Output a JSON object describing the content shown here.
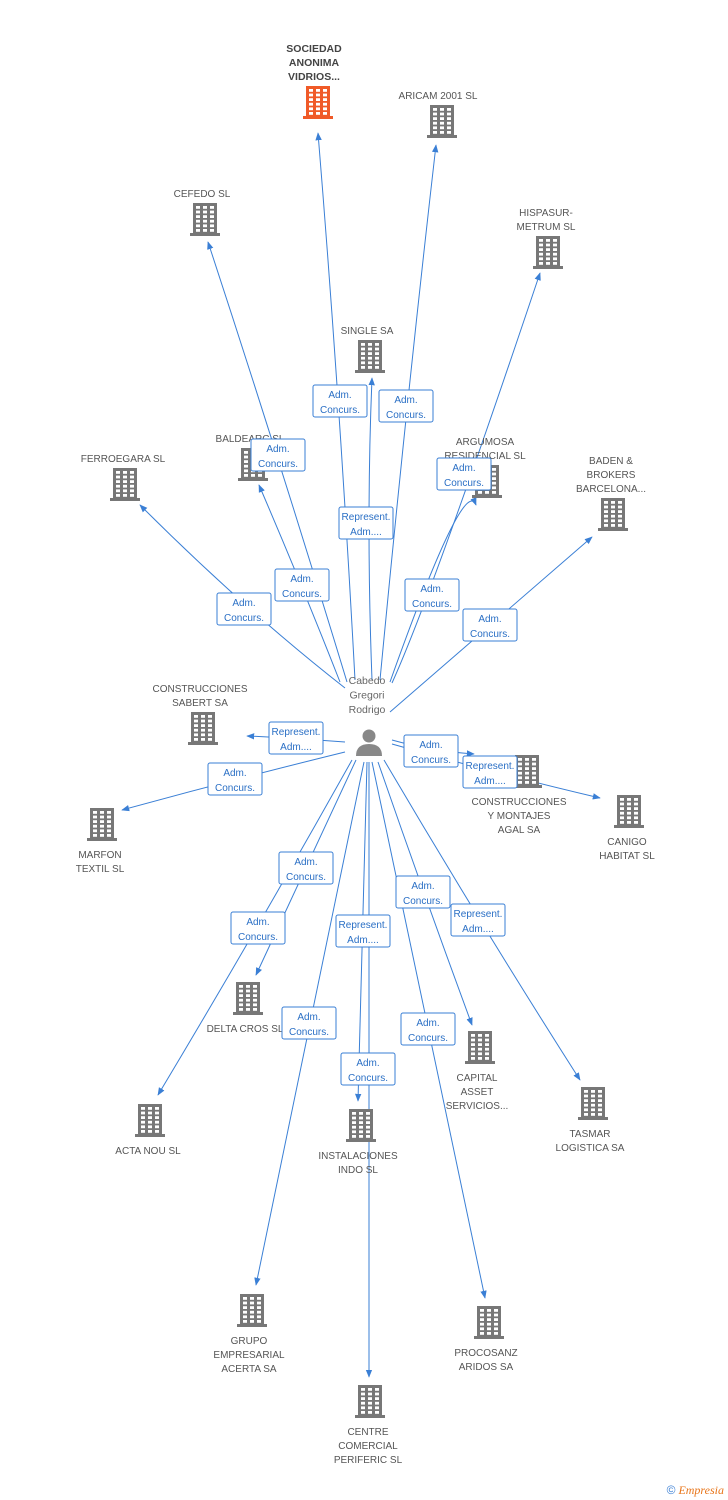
{
  "center": {
    "name_lines": [
      "Cabedo",
      "Gregori",
      "Rodrigo"
    ],
    "icon": "person-icon"
  },
  "companies": [
    {
      "id": "sociedad",
      "lines": [
        "SOCIEDAD",
        "ANONIMA",
        "VIDRIOS..."
      ],
      "highlight": true,
      "color": "#f05a28"
    },
    {
      "id": "aricam",
      "lines": [
        "ARICAM 2001 SL"
      ]
    },
    {
      "id": "cefedo",
      "lines": [
        "CEFEDO SL"
      ]
    },
    {
      "id": "hispasur",
      "lines": [
        "HISPASUR-",
        "METRUM SL"
      ]
    },
    {
      "id": "single",
      "lines": [
        "SINGLE SA"
      ]
    },
    {
      "id": "baldearc",
      "lines": [
        "BALDEARC SL"
      ]
    },
    {
      "id": "argumosa",
      "lines": [
        "ARGUMOSA",
        "RESIDENCIAL SL"
      ]
    },
    {
      "id": "ferroegara",
      "lines": [
        "FERROEGARA SL"
      ]
    },
    {
      "id": "baden",
      "lines": [
        "BADEN &",
        "BROKERS",
        "BARCELONA..."
      ]
    },
    {
      "id": "sabert",
      "lines": [
        "CONSTRUCCIONES",
        "SABERT SA"
      ]
    },
    {
      "id": "agal",
      "lines": [
        "CONSTRUCCIONES",
        "Y MONTAJES",
        "AGAL SA"
      ]
    },
    {
      "id": "canigo",
      "lines": [
        "CANIGO",
        "HABITAT SL"
      ]
    },
    {
      "id": "marfon",
      "lines": [
        "MARFON",
        "TEXTIL SL"
      ]
    },
    {
      "id": "deltacros",
      "lines": [
        "DELTA CROS SL"
      ]
    },
    {
      "id": "capital",
      "lines": [
        "CAPITAL",
        "ASSET",
        "SERVICIOS..."
      ]
    },
    {
      "id": "tasmar",
      "lines": [
        "TASMAR",
        "LOGISTICA SA"
      ]
    },
    {
      "id": "actanou",
      "lines": [
        "ACTA NOU SL"
      ]
    },
    {
      "id": "instalaciones",
      "lines": [
        "INSTALACIONES",
        "INDO SL"
      ]
    },
    {
      "id": "grupo",
      "lines": [
        "GRUPO",
        "EMPRESARIAL",
        "ACERTA SA"
      ]
    },
    {
      "id": "procosanz",
      "lines": [
        "PROCOSANZ",
        "ARIDOS SA"
      ]
    },
    {
      "id": "centre",
      "lines": [
        "CENTRE",
        "COMERCIAL",
        "PERIFERIC SL"
      ]
    }
  ],
  "relations": [
    {
      "target": "sociedad",
      "lines": [
        "Adm.",
        "Concurs."
      ]
    },
    {
      "target": "aricam",
      "lines": [
        "Adm.",
        "Concurs."
      ]
    },
    {
      "target": "cefedo",
      "lines": [
        "Adm.",
        "Concurs."
      ]
    },
    {
      "target": "single",
      "lines": [
        "Represent.",
        "Adm...."
      ]
    },
    {
      "target": "argumosa",
      "lines": [
        "Adm.",
        "Concurs."
      ]
    },
    {
      "target": "hispasur",
      "lines": [
        "Adm.",
        "Concurs."
      ]
    },
    {
      "target": "baldearc",
      "lines": [
        "Adm.",
        "Concurs."
      ]
    },
    {
      "target": "ferroegara",
      "lines": [
        "Adm.",
        "Concurs."
      ]
    },
    {
      "target": "baden",
      "lines": [
        "Adm.",
        "Concurs."
      ]
    },
    {
      "target": "sabert",
      "lines": [
        "Represent.",
        "Adm...."
      ]
    },
    {
      "target": "agal",
      "lines": [
        "Adm.",
        "Concurs."
      ]
    },
    {
      "target": "canigo",
      "lines": [
        "Represent.",
        "Adm...."
      ]
    },
    {
      "target": "marfon",
      "lines": [
        "Adm.",
        "Concurs."
      ]
    },
    {
      "target": "deltacros",
      "lines": [
        "Adm.",
        "Concurs."
      ]
    },
    {
      "target": "actanou",
      "lines": [
        "Adm.",
        "Concurs."
      ]
    },
    {
      "target": "instalaciones",
      "lines": [
        "Represent.",
        "Adm...."
      ]
    },
    {
      "target": "capital",
      "lines": [
        "Adm.",
        "Concurs."
      ]
    },
    {
      "target": "tasmar",
      "lines": [
        "Represent.",
        "Adm...."
      ]
    },
    {
      "target": "grupo",
      "lines": [
        "Adm.",
        "Concurs."
      ]
    },
    {
      "target": "centre",
      "lines": [
        "Adm.",
        "Concurs."
      ]
    },
    {
      "target": "procosanz",
      "lines": [
        "Adm.",
        "Concurs."
      ]
    }
  ],
  "colors": {
    "edge": "#3a7fd5",
    "building": "#777777",
    "highlight": "#f05a28"
  },
  "footer": {
    "copyright": "©",
    "brand": "Empresia"
  }
}
